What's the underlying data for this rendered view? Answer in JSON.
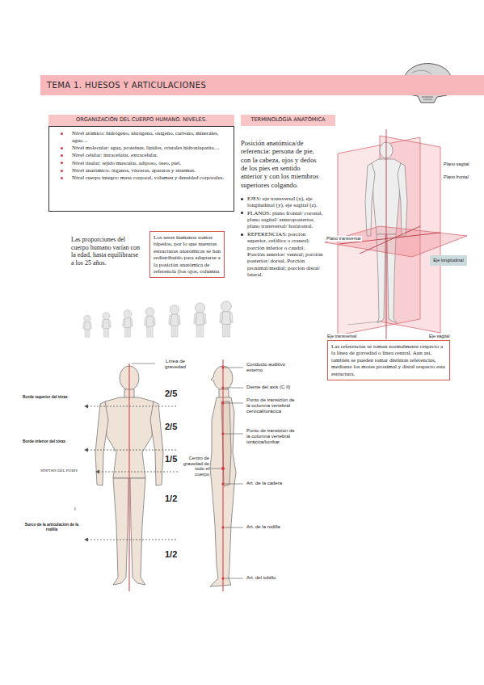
{
  "diagram": {
    "nodes": [
      {
        "text": [
          "TEMA 1. HUESOS Y ARTICULACIONES"
        ]
      },
      {
        "text": [
          "ORGANIZACIÓN DEL CUERPO HUMANO. NIVELES."
        ]
      },
      {
        "text": [
          "Nivel atómico: hidrógeno, nitrógeno, oxígeno, carbono, minerales, agua…",
          "Nivel molecular: agua, proteínas, lípidos, cristales hidroxiapatita…",
          "Nivel celular: intracelular, extracelular.",
          "Nivel tisular: tejido muscular, adiposo, óseo, piel.",
          "Nivel anatómico: órganos, vísceras, aparatos y sistemas.",
          "Nivel cuerpo íntegro: masa corporal, volumen y densidad corporales."
        ]
      },
      {
        "text": [
          "TERMINOLOGÍA ANATÓMICA"
        ]
      },
      {
        "text": [
          "Eje longitudinal"
        ]
      },
      {
        "text": [
          "Los seres humanos somos bípedos, por lo que nuestras estructuras anatómicas se han redistribuido para adaptarse a la posición anatómica de referencia (los ojos, columna"
        ]
      },
      {
        "text": [
          "Las referencias se toman normalmente respecto a la línea de gravedad o línea central. Aun así, también se pueden tomar distintas referencias, mediante los motes proximal y distal respecto esta estructura."
        ]
      }
    ],
    "labels": [
      "Posición anatómica/de referencia: persona de pie, con la cabeza, ojos y dedos de los pies en sentido anterior y con los miembros superiores colgando.",
      "EJES: eje transversal (x), eje longitudinal (y), eje sagital (z).",
      "PLANOS: plano frontal/ coronal, plano sagital/ anteroposterior, plano transversal/ horizontal.",
      "REFERENCIAS: porción superior, cefálica o craneal; porción inferior o caudal. Porción anterior/ ventral; porción posterior/ dorsal. Porción proximal/medial; porción distal/ lateral.",
      "Plano sagital",
      "Plano frontal",
      "Plano transversal",
      "Eje transversal",
      "Eje sagital",
      "Las proporciones del cuerpo humano varían con la edad, hasta equilibrarse a los 25 años.",
      "Línea de gravedad",
      "Conducto auditivo externo",
      "Diente del axis (C II)",
      "2/5",
      "Borde superior del tórax",
      "Punto de transición de la columna vertebral cervical/torácica",
      "2/5",
      "Punto de transición de la columna vertebral torácica/lumbar",
      "Borde inferior del tórax",
      "1/5",
      "Centro de gravedad de todo el cuerpo",
      "SÍNFISIS DEL PUBIS",
      "Art. de la cadera",
      "1/2",
      "I",
      "Surco de la articulación de la rodilla",
      "Art. de la rodilla",
      "1/2",
      "Art. del tobillo"
    ]
  }
}
